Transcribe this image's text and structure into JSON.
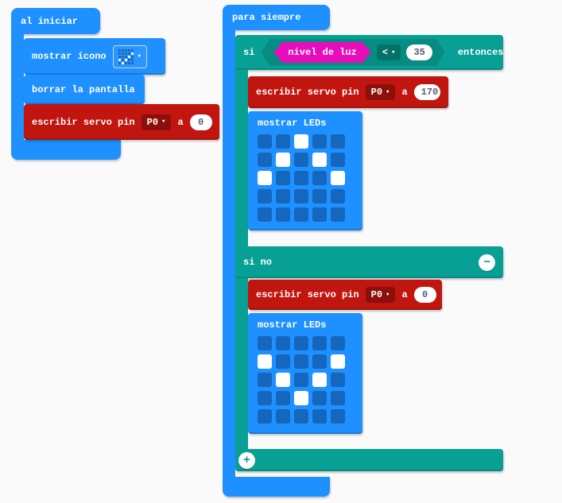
{
  "colors": {
    "workspace_bg": "#fafafa",
    "blue": "#1e90ff",
    "blue_dark": "#1567bd",
    "red": "#c1150f",
    "teal": "#08a095",
    "magenta": "#e80dbb",
    "pill_text": "#575e75"
  },
  "icons": {
    "dropdown_caret": "▾",
    "collapse": "−",
    "expand": "+"
  },
  "on_start": {
    "title": "al iniciar",
    "show_icon": {
      "label": "mostrar ícono",
      "icon_preview": [
        [
          0,
          0,
          0,
          0,
          0
        ],
        [
          0,
          0,
          0,
          0,
          1
        ],
        [
          0,
          0,
          0,
          1,
          0
        ],
        [
          1,
          0,
          1,
          0,
          0
        ],
        [
          0,
          1,
          0,
          0,
          0
        ]
      ]
    },
    "clear_screen": {
      "label": "borrar la pantalla"
    },
    "servo": {
      "label": "escribir servo pin",
      "pin": "P0",
      "to_label": "a",
      "value": "0"
    }
  },
  "forever": {
    "title": "para siempre",
    "if_block": {
      "if_label": "si",
      "then_label": "entonces",
      "else_label": "si no",
      "condition": {
        "sensor": "nivel de luz",
        "operator": "<",
        "value": "35"
      },
      "then_branch": {
        "servo": {
          "label": "escribir servo pin",
          "pin": "P0",
          "to_label": "a",
          "value": "170"
        },
        "show_leds": {
          "label": "mostrar LEDs",
          "grid": [
            [
              0,
              0,
              1,
              0,
              0
            ],
            [
              0,
              1,
              0,
              1,
              0
            ],
            [
              1,
              0,
              0,
              0,
              1
            ],
            [
              0,
              0,
              0,
              0,
              0
            ],
            [
              0,
              0,
              0,
              0,
              0
            ]
          ]
        }
      },
      "else_branch": {
        "servo": {
          "label": "escribir servo pin",
          "pin": "P0",
          "to_label": "a",
          "value": "0"
        },
        "show_leds": {
          "label": "mostrar LEDs",
          "grid": [
            [
              0,
              0,
              0,
              0,
              0
            ],
            [
              1,
              0,
              0,
              0,
              1
            ],
            [
              0,
              1,
              0,
              1,
              0
            ],
            [
              0,
              0,
              1,
              0,
              0
            ],
            [
              0,
              0,
              0,
              0,
              0
            ]
          ]
        }
      }
    }
  }
}
